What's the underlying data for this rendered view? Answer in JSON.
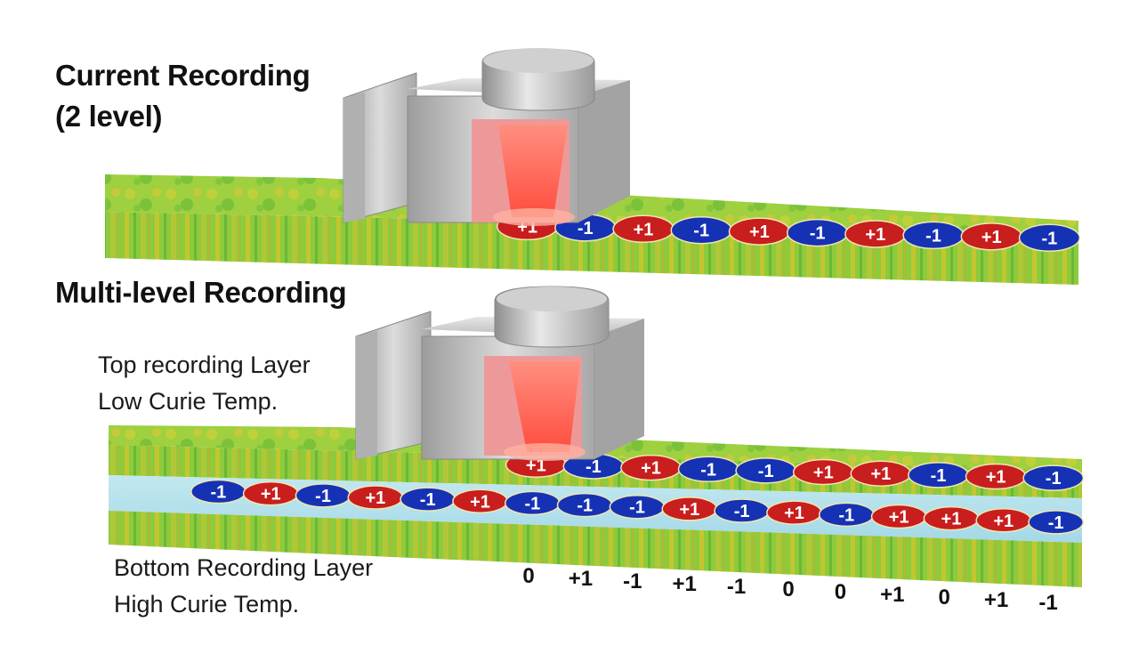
{
  "titles": {
    "current": [
      "Current Recording",
      "(2 level)"
    ],
    "multi": "Multi-level Recording"
  },
  "layers": {
    "top": [
      "Top recording Layer",
      "Low Curie Temp."
    ],
    "bottom": [
      "Bottom Recording Layer",
      "High Curie Temp."
    ]
  },
  "current_bits": [
    "+1",
    "-1",
    "+1",
    "-1",
    "+1",
    "-1",
    "+1",
    "-1",
    "+1",
    "-1"
  ],
  "multi_top_bits": [
    "+1",
    "-1",
    "+1",
    "-1",
    "-1",
    "+1",
    "+1",
    "-1",
    "+1",
    "-1"
  ],
  "multi_bottom_bits": [
    "-1",
    "+1",
    "-1",
    "+1",
    "-1",
    "+1",
    "-1",
    "-1",
    "-1",
    "+1",
    "-1",
    "+1",
    "-1",
    "+1",
    "+1",
    "+1",
    "-1"
  ],
  "result_values": [
    "0",
    "+1",
    "-1",
    "+1",
    "-1",
    "0",
    "0",
    "+1",
    "0",
    "+1",
    "-1"
  ],
  "colors": {
    "positive": "#c81e1e",
    "negative": "#1632b4",
    "medium_green": "#7cc63a",
    "medium_yellow": "#d9c52a",
    "laser": "#ff6a5a",
    "head": "#c9c9c9"
  }
}
